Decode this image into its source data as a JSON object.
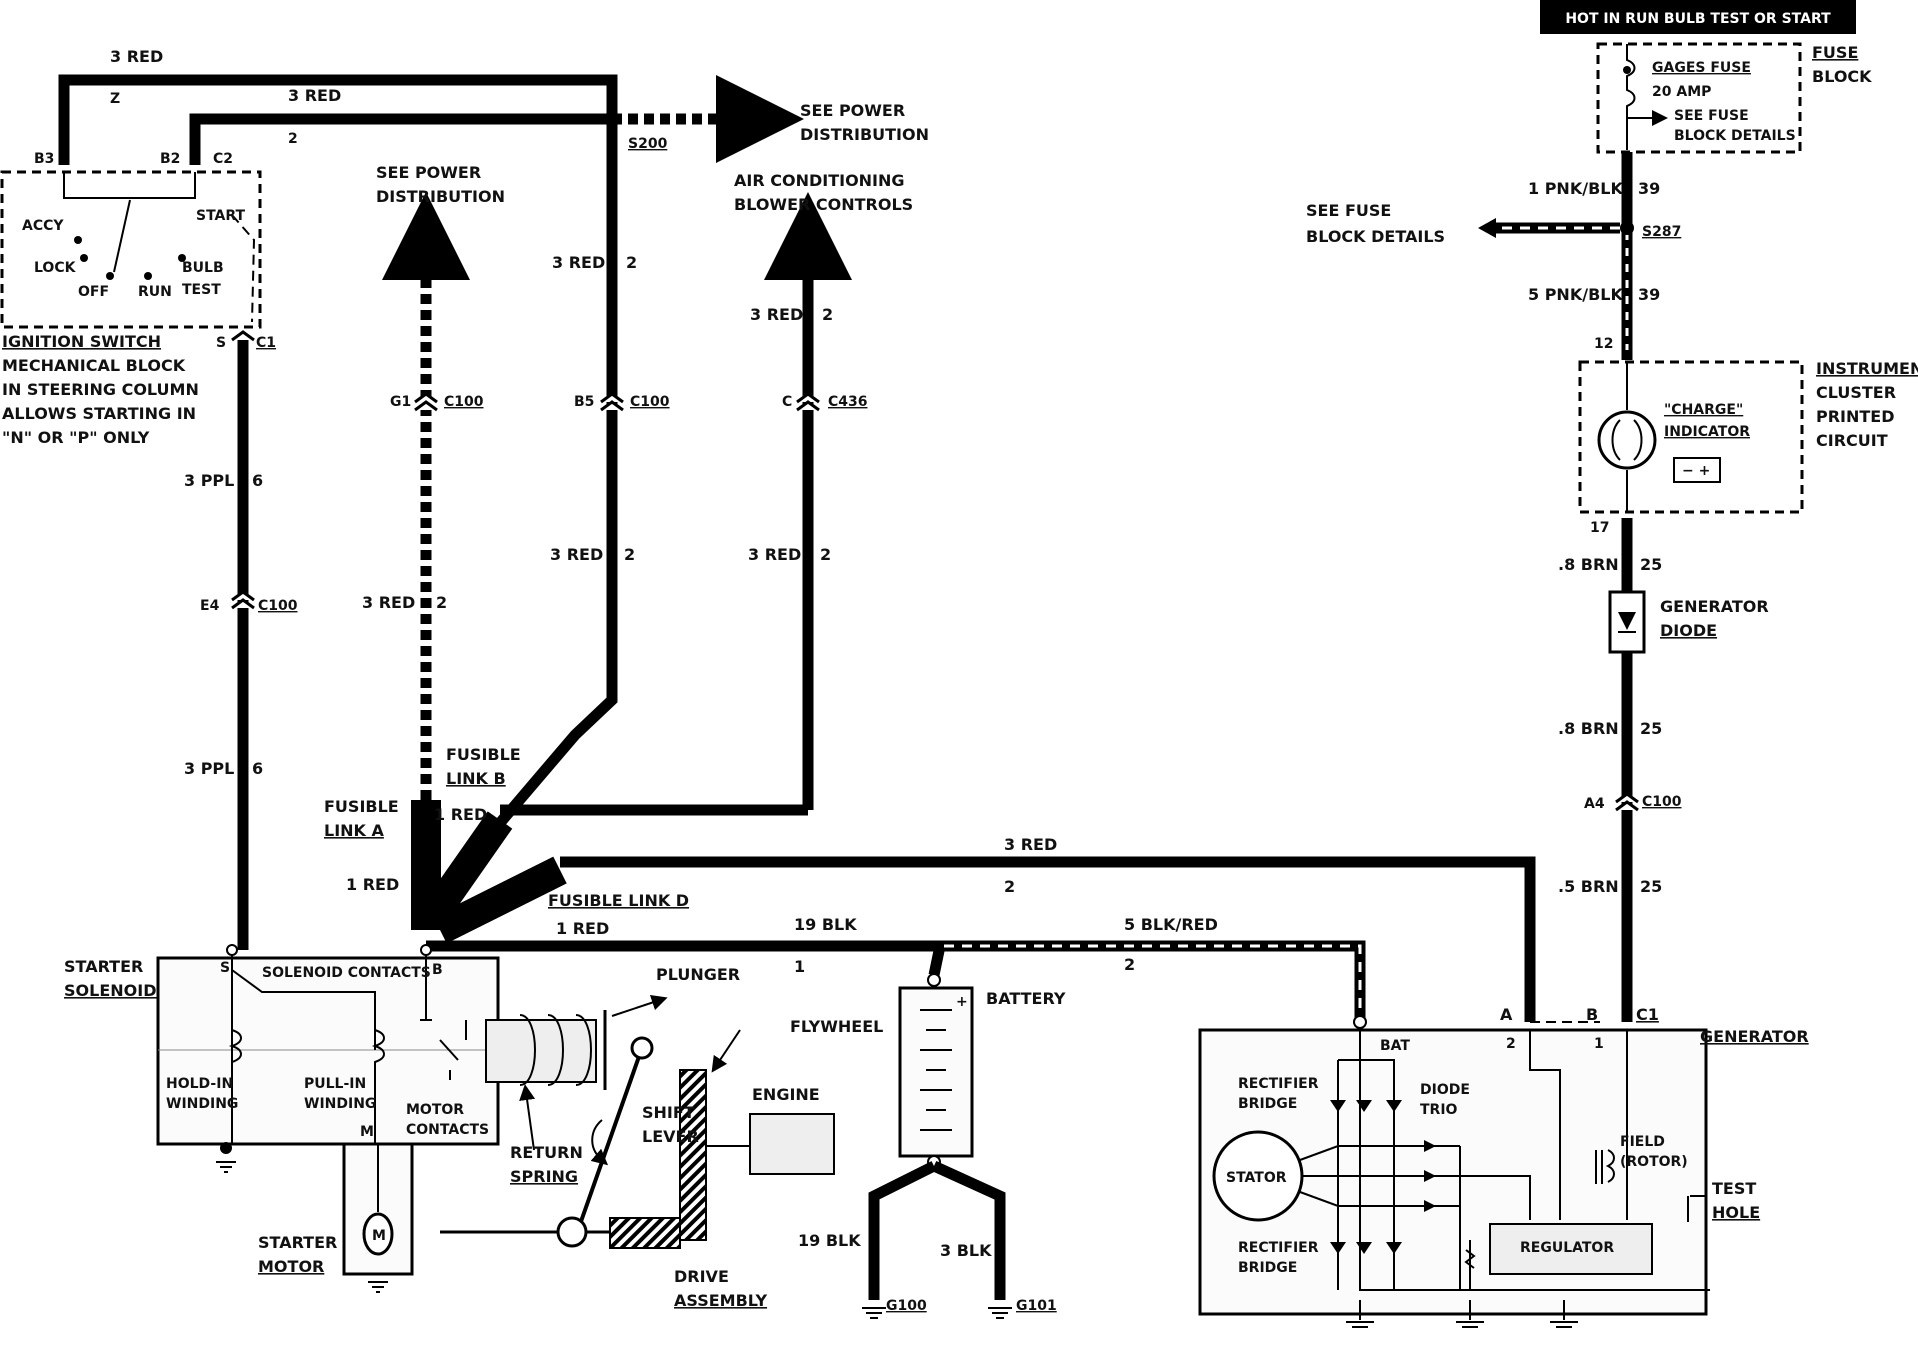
{
  "header_banner": "HOT IN RUN  BULB TEST OR START",
  "labels": {
    "red3_top_left": "3 RED",
    "red3_top_inner": "3 RED",
    "pin_z": "Z",
    "pin_2_top": "2",
    "pin_b3": "B3",
    "pin_b2": "B2",
    "pin_c2": "C2",
    "s200": "S200",
    "see_power_dist_top_1": "SEE POWER",
    "see_power_dist_top_2": "DISTRIBUTION",
    "see_power_dist_left_1": "SEE POWER",
    "see_power_dist_left_2": "DISTRIBUTION",
    "ac_1": "AIR CONDITIONING",
    "ac_2": "BLOWER CONTROLS",
    "sw_accy": "ACCY",
    "sw_lock": "LOCK",
    "sw_off": "OFF",
    "sw_run": "RUN",
    "sw_start": "START",
    "sw_bulb": "BULB",
    "sw_test": "TEST",
    "sw_s": "S",
    "sw_c1": "C1",
    "ign_1": "IGNITION SWITCH",
    "ign_2": "MECHANICAL BLOCK",
    "ign_3": "IN STEERING COLUMN",
    "ign_4": "ALLOWS STARTING IN",
    "ign_5": "\"N\" OR \"P\" ONLY",
    "ppl_1": "3 PPL",
    "ppl_1_pin": "6",
    "e4": "E4",
    "c100_a": "C100",
    "ppl_2": "3 PPL",
    "ppl_2_pin": "6",
    "g1": "G1",
    "c100_b": "C100",
    "red_a": "3 RED",
    "red_a_pin": "2",
    "b5": "B5",
    "c100_c": "C100",
    "red_b1": "3 RED",
    "red_b1_pin": "2",
    "red_b2": "3 RED",
    "red_b2_pin": "2",
    "red_c1": "3 RED",
    "red_c1_pin": "2",
    "conn_c": "C",
    "c436": "C436",
    "red_c2": "3 RED",
    "red_c2_pin": "2",
    "fus_a_1": "FUSIBLE",
    "fus_a_2": "LINK A",
    "fus_b_1": "FUSIBLE",
    "fus_b_2": "LINK B",
    "fus_d": "FUSIBLE LINK D",
    "red1_b": "1 RED",
    "red1_a": "1 RED",
    "red1_d": "1 RED",
    "red3_gen": "3 RED",
    "red3_gen_pin": "2",
    "blk19_top": "19 BLK",
    "blk19_pin": "1",
    "blkred": "5 BLK/RED",
    "blkred_pin": "2",
    "starter_sol_1": "STARTER",
    "starter_sol_2": "SOLENOID",
    "sol_s": "S",
    "sol_contacts": "SOLENOID CONTACTS",
    "sol_b": "B",
    "hold_1": "HOLD-IN",
    "hold_2": "WINDING",
    "pull_1": "PULL-IN",
    "pull_2": "WINDING",
    "motor_c_1": "MOTOR",
    "motor_c_2": "CONTACTS",
    "sol_m": "M",
    "plunger": "PLUNGER",
    "return_1": "RETURN",
    "return_2": "SPRING",
    "flywheel": "FLYWHEEL",
    "engine": "ENGINE",
    "shift_1": "SHIFT",
    "shift_2": "LEVER",
    "starter_m_1": "STARTER",
    "starter_m_2": "MOTOR",
    "motor_m": "M",
    "drive_1": "DRIVE",
    "drive_2": "ASSEMBLY",
    "battery": "BATTERY",
    "bat_plus": "+",
    "blk19_bot": "19 BLK",
    "blk3_bot": "3 BLK",
    "g100": "G100",
    "g101": "G101",
    "gages_fuse": "GAGES FUSE",
    "amp20": "20 AMP",
    "see_fuse_1": "SEE FUSE",
    "see_fuse_2": "BLOCK DETAILS",
    "fuse_block_1": "FUSE",
    "fuse_block_2": "BLOCK",
    "pnk1": "1 PNK/BLK",
    "pnk1_pin": "39",
    "s287": "S287",
    "see_fuse_l_1": "SEE FUSE",
    "see_fuse_l_2": "BLOCK DETAILS",
    "pnk5": "5 PNK/BLK",
    "pnk5_pin": "39",
    "pin12": "12",
    "charge_1": "\"CHARGE\"",
    "charge_2": "INDICATOR",
    "inst_1": "INSTRUMENT",
    "inst_2": "CLUSTER",
    "inst_3": "PRINTED",
    "inst_4": "CIRCUIT",
    "pin17": "17",
    "brn_1": ".8 BRN",
    "brn_1_pin": "25",
    "gen_diode_1": "GENERATOR",
    "gen_diode_2": "DIODE",
    "brn_2": ".8 BRN",
    "brn_2_pin": "25",
    "a4": "A4",
    "c100_d": "C100",
    "brn_3": ".5 BRN",
    "brn_3_pin": "25",
    "gen_a": "A",
    "gen_b": "B",
    "gen_c1": "C1",
    "gen_2": "2",
    "gen_1": "1",
    "generator": "GENERATOR",
    "bat_term": "BAT",
    "rect_1a": "RECTIFIER",
    "rect_1b": "BRIDGE",
    "diode_trio_1": "DIODE",
    "diode_trio_2": "TRIO",
    "stator": "STATOR",
    "field_1": "FIELD",
    "field_2": "(ROTOR)",
    "rect_2a": "RECTIFIER",
    "rect_2b": "BRIDGE",
    "regulator": "REGULATOR",
    "test_1": "TEST",
    "test_2": "HOLE"
  }
}
